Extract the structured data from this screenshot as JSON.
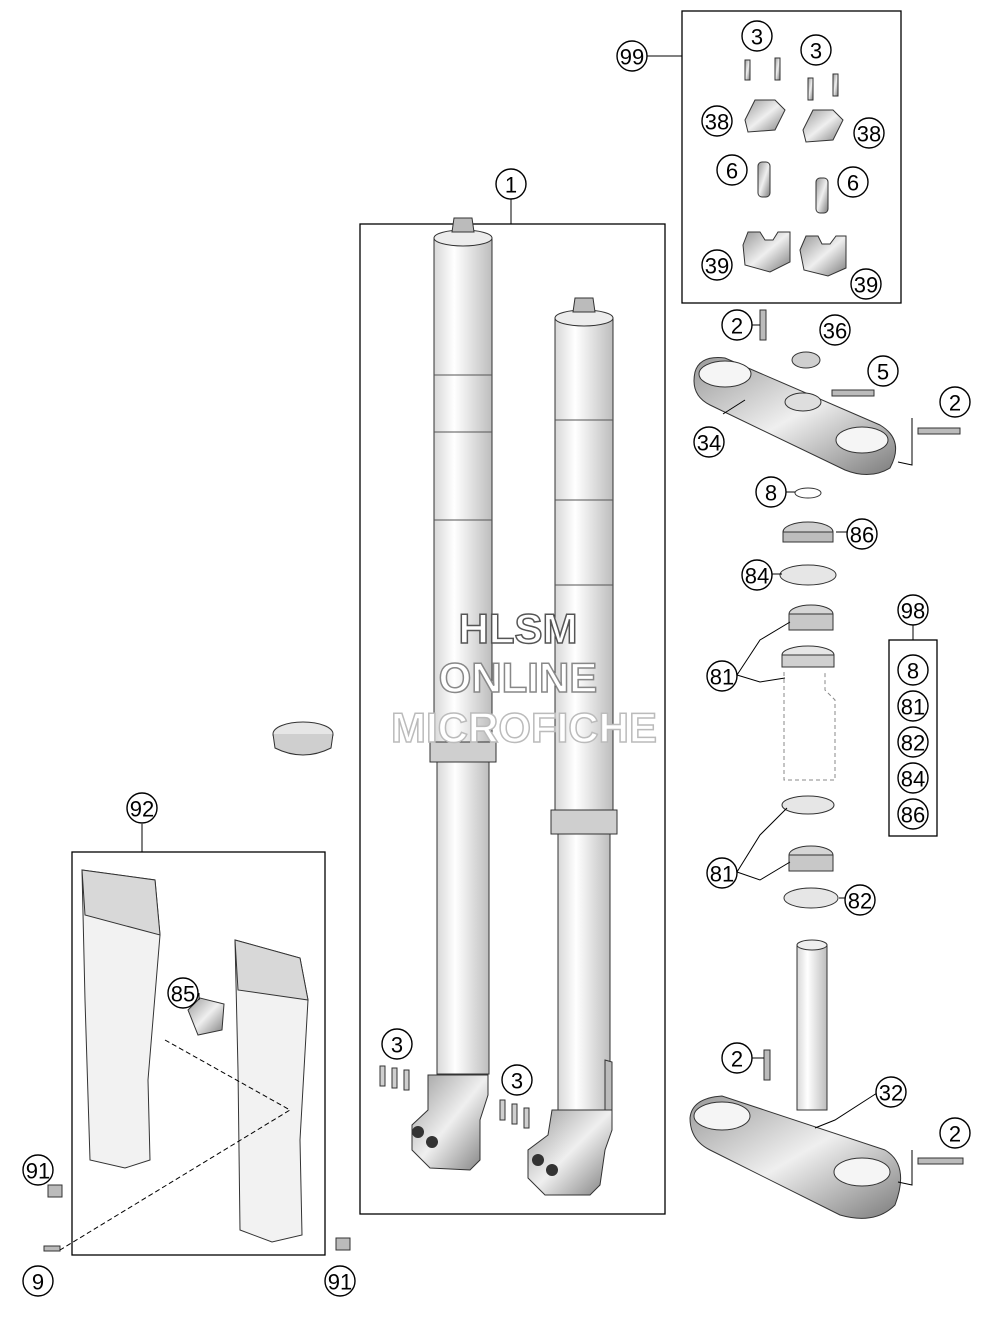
{
  "diagram": {
    "callouts": {
      "c1": "1",
      "c99": "99",
      "c3a": "3",
      "c3b": "3",
      "c38a": "38",
      "c38b": "38",
      "c6a": "6",
      "c6b": "6",
      "c39a": "39",
      "c39b": "39",
      "c2a": "2",
      "c36": "36",
      "c5": "5",
      "c2b": "2",
      "c34": "34",
      "c8": "8",
      "c86": "86",
      "c84": "84",
      "c98": "98",
      "c81a": "81",
      "c81b": "81",
      "c82": "82",
      "c2c": "2",
      "c32": "32",
      "c2d": "2",
      "c3c": "3",
      "c3d": "3",
      "c92": "92",
      "c85": "85",
      "c91a": "91",
      "c9": "9",
      "c91b": "91"
    },
    "kit_98_list": [
      "8",
      "81",
      "82",
      "84",
      "86"
    ],
    "watermark": {
      "line1": "HLSM",
      "line2": "ONLINE",
      "line3": "MICROFICHE"
    }
  }
}
